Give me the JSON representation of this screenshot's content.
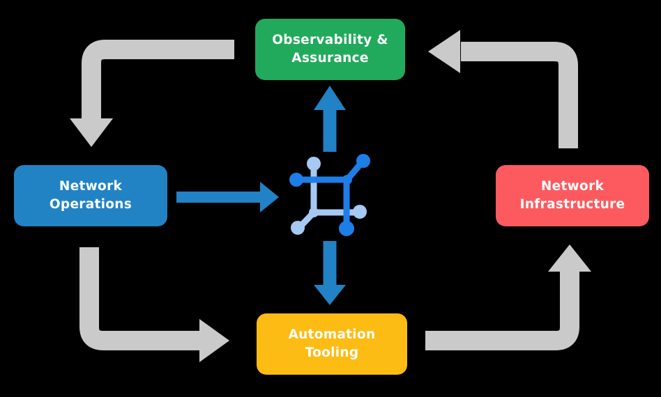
{
  "diagram": {
    "background": "#000000",
    "nodes": {
      "observability": {
        "line1": "Observability &",
        "line2": "Assurance",
        "color": "#22AA5C"
      },
      "operations": {
        "line1": "Network",
        "line2": "Operations",
        "color": "#2183C4"
      },
      "infrastructure": {
        "line1": "Network",
        "line2": "Infrastructure",
        "color": "#FC5A5F"
      },
      "automation": {
        "line1": "Automation",
        "line2": "Tooling",
        "color": "#FDBC13"
      }
    },
    "center_icon": {
      "name": "network-mesh-icon",
      "dark": "#1E7EE7",
      "light": "#A6C9F4"
    },
    "colors": {
      "flow_arrow": "#CACACA",
      "data_arrow": "#2182C5",
      "label_text": "#FFFFFF"
    }
  }
}
